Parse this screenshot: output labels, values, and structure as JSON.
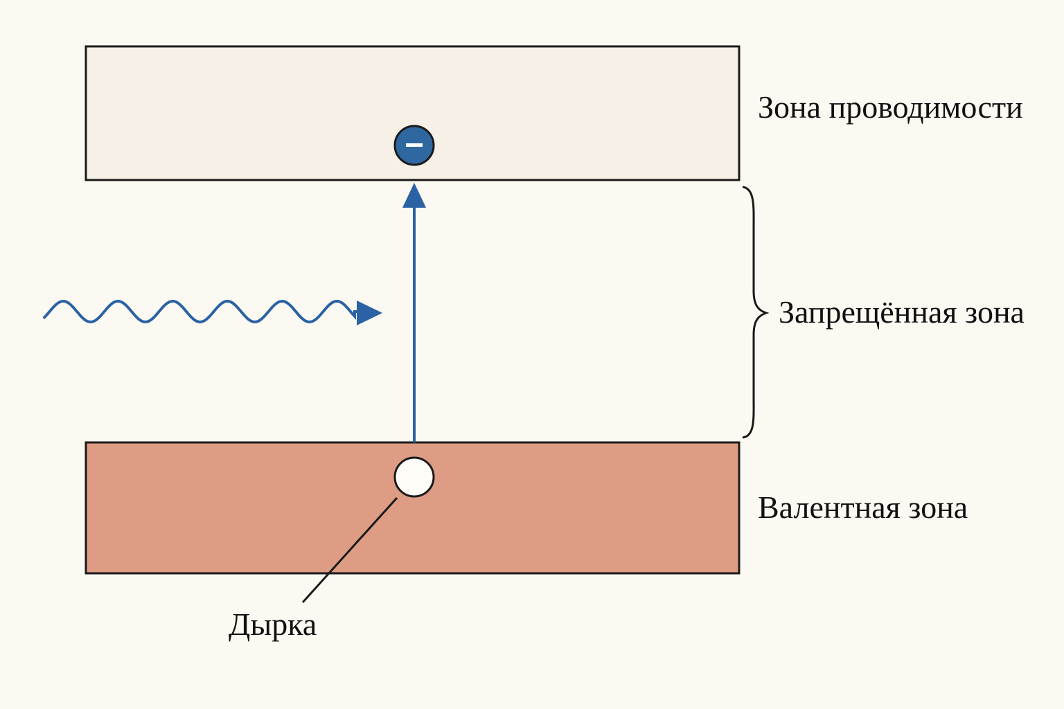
{
  "bands": {
    "conduction": {
      "label": "Зона проводимости",
      "fill": "#f6f0e7"
    },
    "gap": {
      "label": "Запрещённая зона"
    },
    "valence": {
      "label": "Валентная зона",
      "fill": "#dd9c83"
    }
  },
  "particles": {
    "electron": {
      "icon": "electron-minus-icon",
      "symbol": "−",
      "fill": "#2f68a0"
    },
    "hole": {
      "label": "Дырка",
      "fill": "#fffdf8"
    }
  },
  "photon": {
    "icon": "photon-wave-arrow-icon"
  },
  "colors": {
    "background": "#fcf9f3",
    "accent_blue": "#2a62a3",
    "stroke": "#1a1a1a"
  }
}
